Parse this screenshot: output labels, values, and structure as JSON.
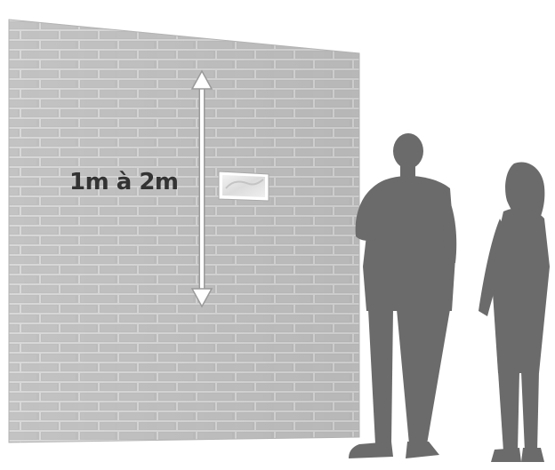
{
  "scene": {
    "measure_label": "1m à 2m",
    "colors": {
      "background": "#ffffff",
      "wall": "#bdbdbd",
      "mortar": "#d6d6d6",
      "silhouette": "#6b6b6b",
      "arrow": "#ffffff",
      "label": "#333333"
    },
    "icons": {
      "arrow": "double-headed-vertical-arrow",
      "artwork": "framed-artwork",
      "people": [
        "man-silhouette",
        "woman-silhouette"
      ]
    }
  }
}
